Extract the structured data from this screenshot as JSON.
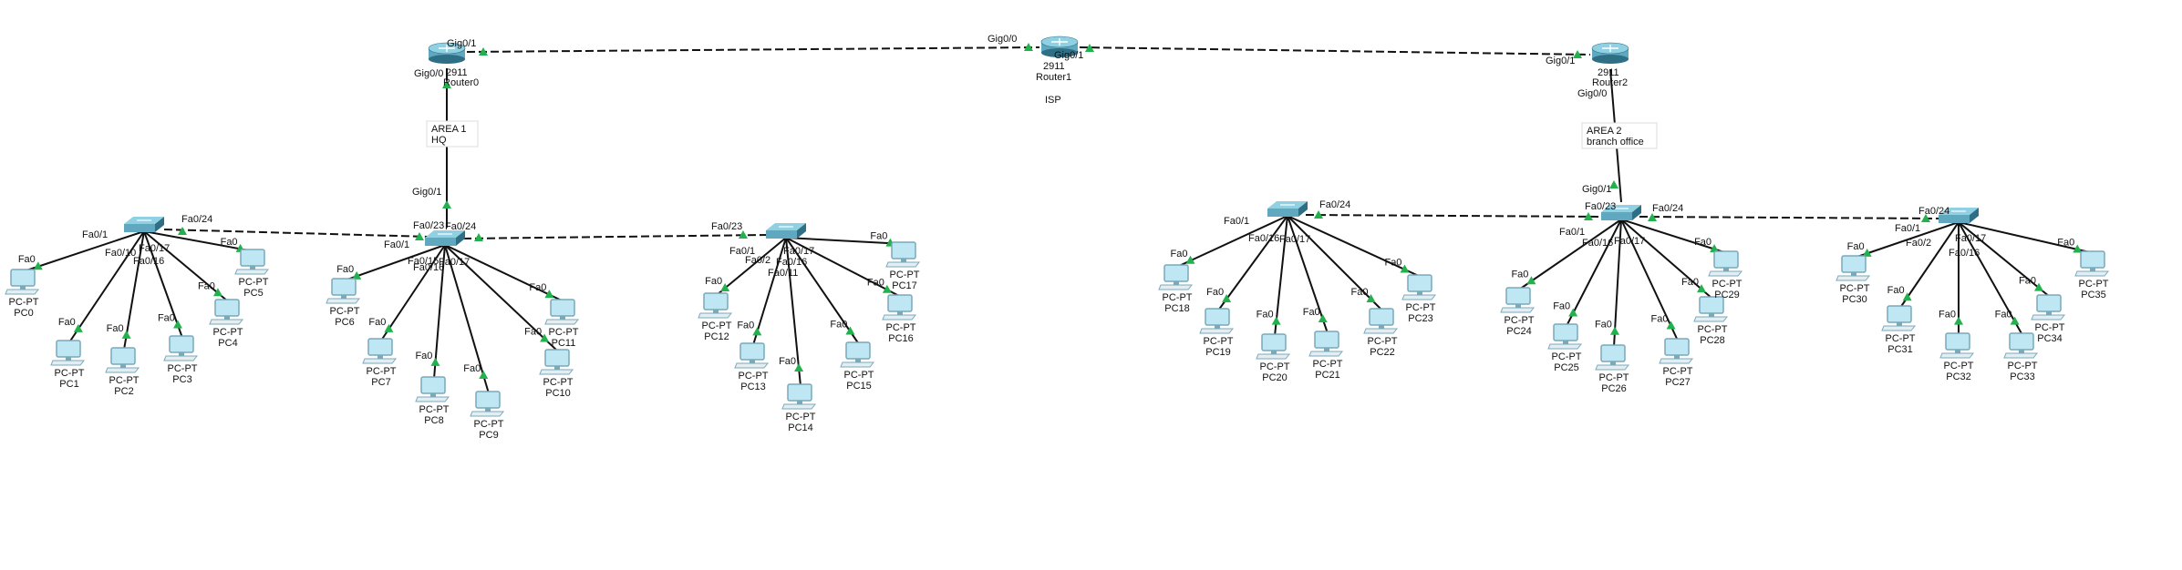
{
  "colors": {
    "link": "#111111",
    "port_up": "#22b14c",
    "device_body": "#5fa8bf",
    "device_top": "#8fd0e2",
    "device_dark": "#2e6f86",
    "pc_screen": "#bfe6f3",
    "pc_frame": "#7aa9ba"
  },
  "routers": [
    {
      "id": "r0",
      "model": "2911",
      "name": "Router0",
      "ports": [
        {
          "label": "Gig0/1"
        },
        {
          "label": "Gig0/0"
        }
      ]
    },
    {
      "id": "r1",
      "model": "2911",
      "name": "Router1",
      "caption": "ISP",
      "ports": [
        {
          "label": "Gig0/0"
        },
        {
          "label": "Gig0/1"
        }
      ]
    },
    {
      "id": "r2",
      "model": "2911",
      "name": "Router2",
      "ports": [
        {
          "label": "Gig0/1"
        },
        {
          "label": "Gig0/0"
        }
      ]
    }
  ],
  "areas": [
    {
      "line1": "AREA 1",
      "line2": "HQ"
    },
    {
      "line1": "AREA 2",
      "line2": "branch office"
    }
  ],
  "switch_labels": [
    {
      "gig": "Gig0/1"
    },
    {
      "gig": "Gig0/1"
    }
  ],
  "switches": [
    {
      "id": "s0",
      "ports": [
        "Fa0/1",
        "Fa0/10",
        "Fa0/16",
        "Fa0/17",
        "Fa0/24"
      ]
    },
    {
      "id": "s1",
      "ports": [
        "Fa0/1",
        "Fa0/15",
        "Fa0/16",
        "Fa0/17",
        "Fa0/23",
        "Fa0/24"
      ]
    },
    {
      "id": "s2",
      "ports": [
        "Fa0/23",
        "Fa0/2",
        "Fa0/16",
        "Fa0/17",
        "Fa0/11",
        "Fa0/1"
      ]
    },
    {
      "id": "s3",
      "ports": [
        "Fa0/1",
        "Fa0/16",
        "Fa0/17",
        "Fa0/24"
      ]
    },
    {
      "id": "s4",
      "ports": [
        "Fa0/1",
        "Fa0/16",
        "Fa0/17",
        "Fa0/23",
        "Fa0/24"
      ]
    },
    {
      "id": "s5",
      "ports": [
        "Fa0/1",
        "Fa0/2",
        "Fa0/16",
        "Fa0/17",
        "Fa0/24"
      ]
    }
  ],
  "pcs": [
    {
      "type": "PC-PT",
      "name": "PC0",
      "port": "Fa0"
    },
    {
      "type": "PC-PT",
      "name": "PC1",
      "port": "Fa0"
    },
    {
      "type": "PC-PT",
      "name": "PC2",
      "port": "Fa0"
    },
    {
      "type": "PC-PT",
      "name": "PC3",
      "port": "Fa0"
    },
    {
      "type": "PC-PT",
      "name": "PC4",
      "port": "Fa0"
    },
    {
      "type": "PC-PT",
      "name": "PC5",
      "port": "Fa0"
    },
    {
      "type": "PC-PT",
      "name": "PC6",
      "port": "Fa0"
    },
    {
      "type": "PC-PT",
      "name": "PC7",
      "port": "Fa0"
    },
    {
      "type": "PC-PT",
      "name": "PC8",
      "port": "Fa0"
    },
    {
      "type": "PC-PT",
      "name": "PC9",
      "port": "Fa0"
    },
    {
      "type": "PC-PT",
      "name": "PC10",
      "port": "Fa0"
    },
    {
      "type": "PC-PT",
      "name": "PC11",
      "port": "Fa0"
    },
    {
      "type": "PC-PT",
      "name": "PC12",
      "port": "Fa0"
    },
    {
      "type": "PC-PT",
      "name": "PC13",
      "port": "Fa0"
    },
    {
      "type": "PC-PT",
      "name": "PC14",
      "port": "Fa0"
    },
    {
      "type": "PC-PT",
      "name": "PC15",
      "port": "Fa0"
    },
    {
      "type": "PC-PT",
      "name": "PC16",
      "port": "Fa0"
    },
    {
      "type": "PC-PT",
      "name": "PC17",
      "port": "Fa0"
    },
    {
      "type": "PC-PT",
      "name": "PC18",
      "port": "Fa0"
    },
    {
      "type": "PC-PT",
      "name": "PC19",
      "port": "Fa0"
    },
    {
      "type": "PC-PT",
      "name": "PC20",
      "port": "Fa0"
    },
    {
      "type": "PC-PT",
      "name": "PC21",
      "port": "Fa0"
    },
    {
      "type": "PC-PT",
      "name": "PC22",
      "port": "Fa0"
    },
    {
      "type": "PC-PT",
      "name": "PC23",
      "port": "Fa0"
    },
    {
      "type": "PC-PT",
      "name": "PC24",
      "port": "Fa0"
    },
    {
      "type": "PC-PT",
      "name": "PC25",
      "port": "Fa0"
    },
    {
      "type": "PC-PT",
      "name": "PC26",
      "port": "Fa0"
    },
    {
      "type": "PC-PT",
      "name": "PC27",
      "port": "Fa0"
    },
    {
      "type": "PC-PT",
      "name": "PC28",
      "port": "Fa0"
    },
    {
      "type": "PC-PT",
      "name": "PC29",
      "port": "Fa0"
    },
    {
      "type": "PC-PT",
      "name": "PC30",
      "port": "Fa0"
    },
    {
      "type": "PC-PT",
      "name": "PC31",
      "port": "Fa0"
    },
    {
      "type": "PC-PT",
      "name": "PC32",
      "port": "Fa0"
    },
    {
      "type": "PC-PT",
      "name": "PC33",
      "port": "Fa0"
    },
    {
      "type": "PC-PT",
      "name": "PC34",
      "port": "Fa0"
    },
    {
      "type": "PC-PT",
      "name": "PC35",
      "port": "Fa0"
    }
  ]
}
